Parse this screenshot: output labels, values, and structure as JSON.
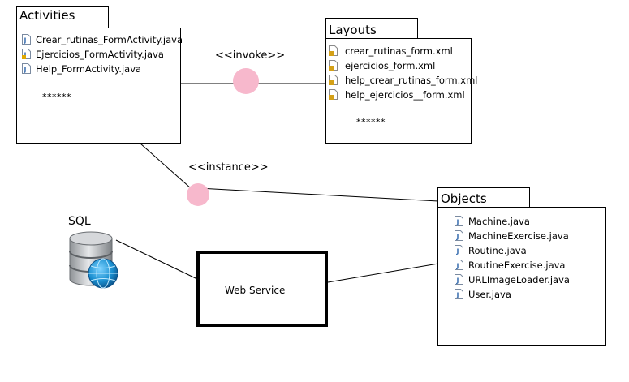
{
  "activities": {
    "title": "Activities",
    "files": [
      {
        "name": "Crear_rutinas_FormActivity.java",
        "icon": "java-file-icon"
      },
      {
        "name": "Ejercicios_FormActivity.java",
        "icon": "java-file-warning-icon"
      },
      {
        "name": "Help_FormActivity.java",
        "icon": "java-file-icon"
      }
    ],
    "ellipsis": "******"
  },
  "layouts": {
    "title": "Layouts",
    "files": [
      {
        "name": "crear_rutinas_form.xml",
        "icon": "xml-file-icon"
      },
      {
        "name": "ejercicios_form.xml",
        "icon": "xml-file-icon"
      },
      {
        "name": "help_crear_rutinas_form.xml",
        "icon": "xml-file-icon"
      },
      {
        "name": "help_ejercicios__form.xml",
        "icon": "xml-file-icon"
      }
    ],
    "ellipsis": "******"
  },
  "objects": {
    "title": "Objects",
    "files": [
      {
        "name": "Machine.java",
        "icon": "java-file-icon"
      },
      {
        "name": "MachineExercise.java",
        "icon": "java-file-icon"
      },
      {
        "name": "Routine.java",
        "icon": "java-file-icon"
      },
      {
        "name": "RoutineExercise.java",
        "icon": "java-file-icon"
      },
      {
        "name": "URLImageLoader.java",
        "icon": "java-file-icon"
      },
      {
        "name": "User.java",
        "icon": "java-file-icon"
      }
    ]
  },
  "relations": {
    "invoke": "<<invoke>>",
    "instance": "<<instance>>"
  },
  "web_service": "Web Service",
  "sql": {
    "label": "SQL",
    "icon": "database-globe-icon"
  },
  "colors": {
    "connector": "#f7b8cc",
    "stroke": "#000000",
    "java_icon": "#3a6fb0",
    "xml_icon": "#d4a017",
    "db_body": "#b9bcc0",
    "globe": "#1a8fd0"
  }
}
